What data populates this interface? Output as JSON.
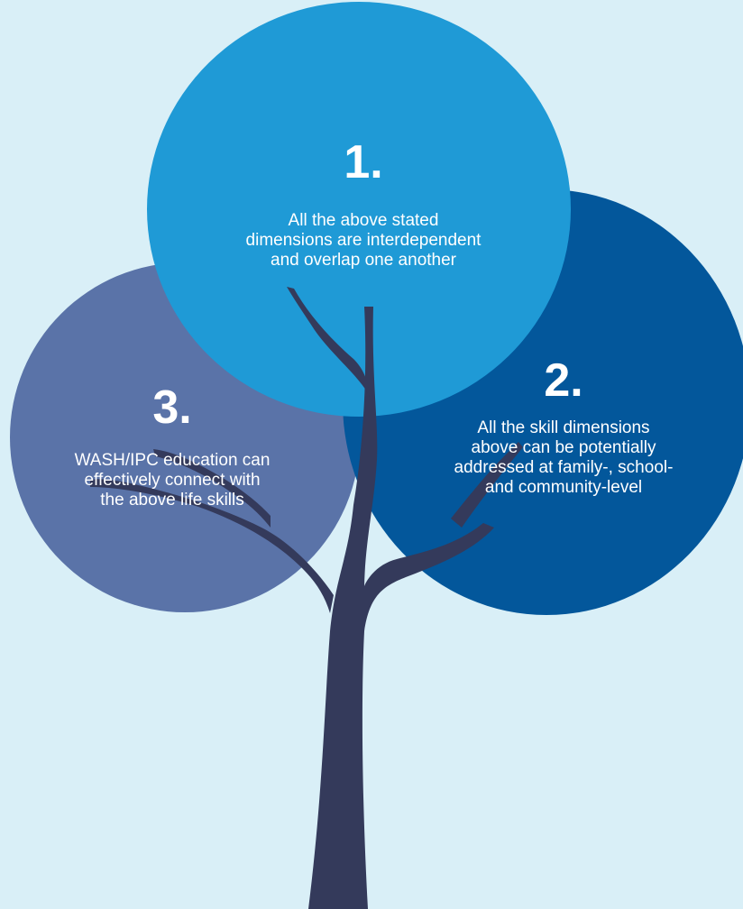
{
  "colors": {
    "background": "#d9eff7",
    "circle_1": "#1f9ad6",
    "circle_2": "#03579b",
    "circle_3": "#5a73a8",
    "tree_trunk": "#343a5b",
    "text": "#ffffff"
  },
  "points": [
    {
      "number": "1.",
      "text": "All the above stated\ndimensions are interdependent\nand overlap one another"
    },
    {
      "number": "2.",
      "text": "All the skill dimensions\nabove can be potentially\naddressed at family-, school-\nand community-level"
    },
    {
      "number": "3.",
      "text": "WASH/IPC education can\neffectively connect with\nthe above life skills"
    }
  ]
}
